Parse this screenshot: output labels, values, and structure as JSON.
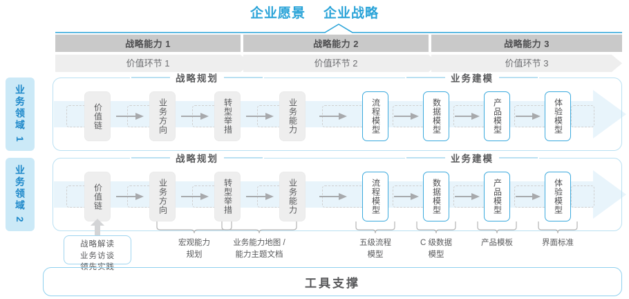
{
  "header": {
    "titles": [
      "企业愿景",
      "企业战略"
    ],
    "accent_color": "#29a3d8"
  },
  "capability_bar": {
    "items": [
      "战略能力 1",
      "战略能力 2",
      "战略能力 3"
    ],
    "bg_color": "#c9c9c9"
  },
  "value_link_bar": {
    "items": [
      "价值环节 1",
      "价值环节 2",
      "价值环节 3"
    ],
    "bg_color": "#eeeeee"
  },
  "domains": [
    {
      "label": "业务领域 1"
    },
    {
      "label": "业务领域 2"
    }
  ],
  "sections": {
    "planning": "战略规划",
    "modeling": "业务建模"
  },
  "nodes": {
    "planning": [
      "价值链",
      "业务方向",
      "转型举措",
      "业务能力"
    ],
    "modeling": [
      "流程模型",
      "数据模型",
      "产品模型",
      "体验模型"
    ]
  },
  "tools": {
    "primary_box": "战略解读\n业务访谈\n领先实践",
    "primary_box_lines": [
      "战略解读",
      "业务访谈",
      "领先实践"
    ],
    "labels": [
      {
        "lines": [
          "宏观能力",
          "规划"
        ]
      },
      {
        "lines": [
          "业务能力地图 /",
          "能力主题文档"
        ]
      },
      {
        "lines": [
          "五级流程",
          "模型"
        ]
      },
      {
        "lines": [
          "C 级数据",
          "模型"
        ]
      },
      {
        "lines": [
          "产品模板"
        ]
      },
      {
        "lines": [
          "界面标准"
        ]
      }
    ]
  },
  "footer": {
    "title": "工具支撑"
  },
  "colors": {
    "blue": "#29a3d8",
    "light_blue": "#cbe9f7",
    "border_blue": "#b9e0f2",
    "node_grey": "#eeeeee",
    "text": "#58595b"
  }
}
